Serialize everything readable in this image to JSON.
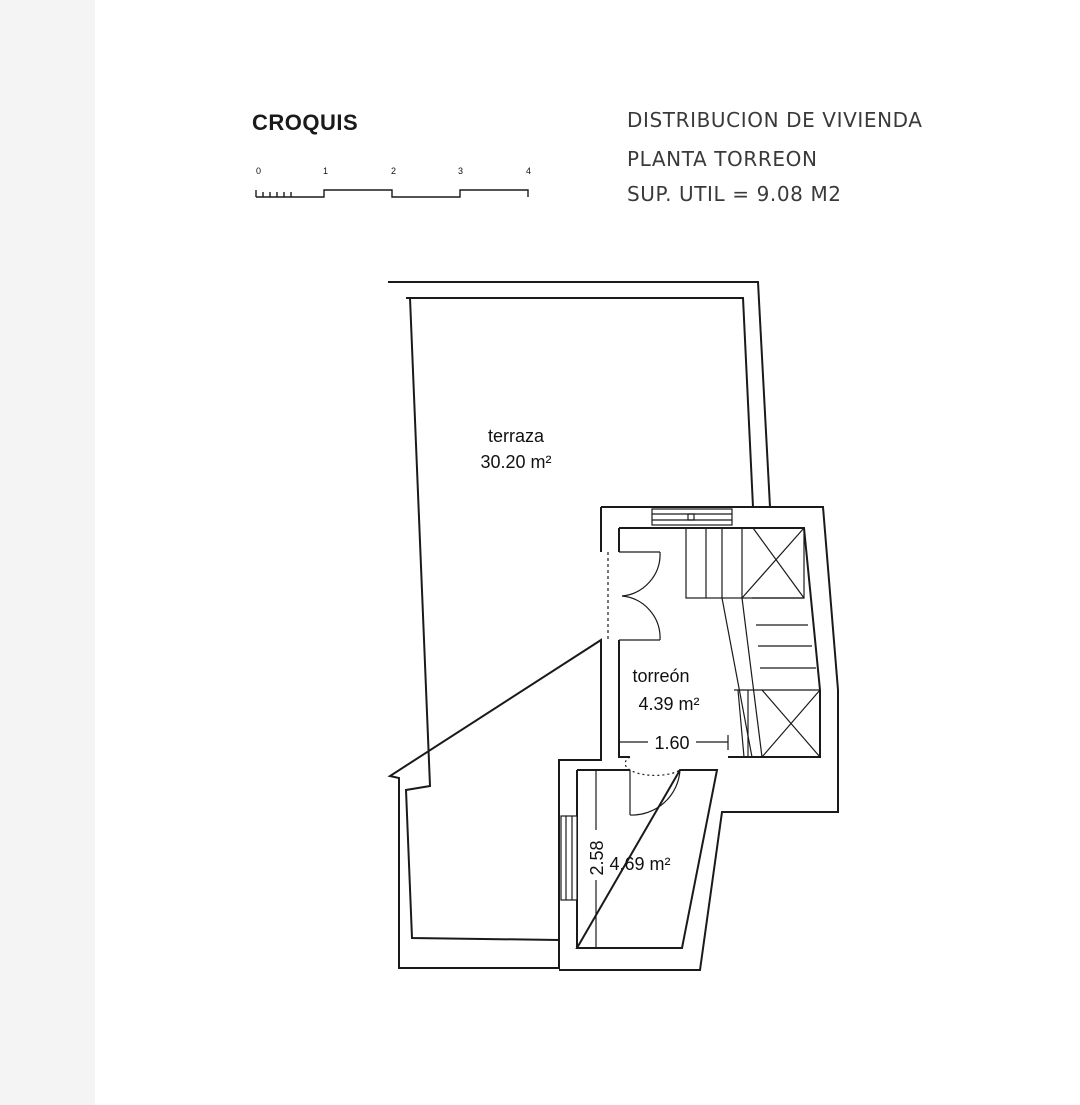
{
  "header": {
    "title": "CROQUIS",
    "lines": [
      "DISTRIBUCION DE VIVIENDA",
      "PLANTA  TORREON",
      "SUP. UTIL =  9.08  M2"
    ]
  },
  "scale_bar": {
    "ticks": [
      "0",
      "1",
      "2",
      "3",
      "4"
    ]
  },
  "rooms": {
    "terraza": {
      "name": "terraza",
      "area": "30.20 m²"
    },
    "torreon": {
      "name": "torreón",
      "area": "4.39 m²"
    },
    "small_room": {
      "area": "4.69 m²"
    }
  },
  "dimensions": {
    "width_torreon": "1.60",
    "height_small_room": "2.58"
  },
  "colors": {
    "line": "#1a1a1a",
    "paper": "#ffffff"
  }
}
